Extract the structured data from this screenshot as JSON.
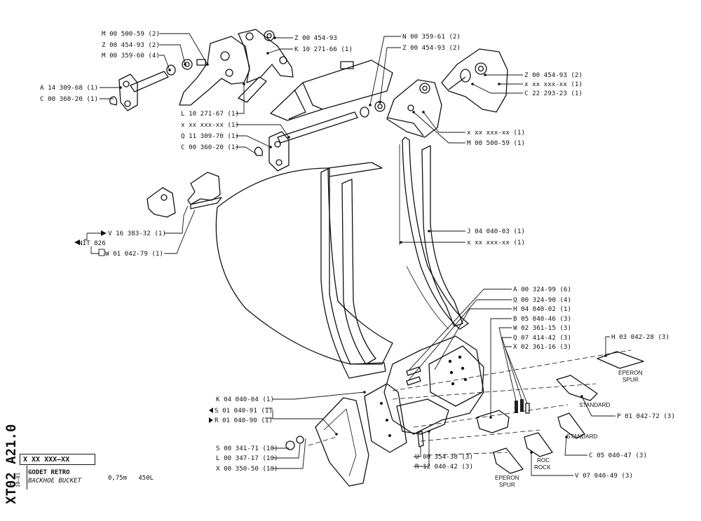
{
  "drawing": {
    "side_code": "XT02  A21.0",
    "title_block": {
      "part_number": "X  XX  XXX–XX",
      "date": "10–81",
      "name_fr": "GODET RETRO",
      "name_en": "BACKHOE BUCKET",
      "capacity": "0,75m",
      "volume": "450L"
    },
    "callouts": [
      "M 00 500-59 (2)",
      "Z 00 454-93 (2)",
      "M 00 359-60 (4)",
      "A 14 309-68 (1)",
      "C 00 360-20 (1)",
      "Z 00 454-93",
      "K 10 271-66 (1)",
      "L 10 271-67 (1)",
      "N 00 359-61 (2)",
      "Z 00 454-93 (2)",
      "Z 00 454-93 (2)",
      "x xx xxx-xx (1)",
      "C 22 293-23 (1)",
      "x xx xxx-xx (1)",
      "M 00 500-59 (1)",
      "x xx xxx-xx (1)",
      "Q 11 309-70 (1)",
      "C 00 360-20 (1)",
      "V 16 383-32 (1)",
      "NIT 826",
      "W 01 042-79 (1)",
      "J 04 040-03 (1)",
      "x xx xxx-xx (1)",
      "A 00 324-99 (6)",
      "Q 00 324-90 (4)",
      "H 04 040-02 (1)",
      "B 05 040-46 (3)",
      "W 02 361-15 (3)",
      "Q 07 414-42 (3)",
      "X 02 361-16 (3)",
      "H 03 042-28 (3)",
      "K 04 040-04 (1)",
      "S 01 040-91 (1)",
      "R 01 040-90 (1)",
      "S 00 341-71 (10)",
      "L 00 347-17 (10)",
      "X 00 350-50 (10)",
      "U 00 354-38 (3)",
      "R 12 040-42 (3)",
      "P 01 042-72 (3)",
      "C 05 040-47 (3)",
      "V 07 040-49 (3)"
    ],
    "captions": [
      "EPERON",
      "SPUR",
      "STANDARD",
      "STANDARD",
      "ROC",
      "ROCK",
      "EPERON",
      "SPUR"
    ]
  }
}
